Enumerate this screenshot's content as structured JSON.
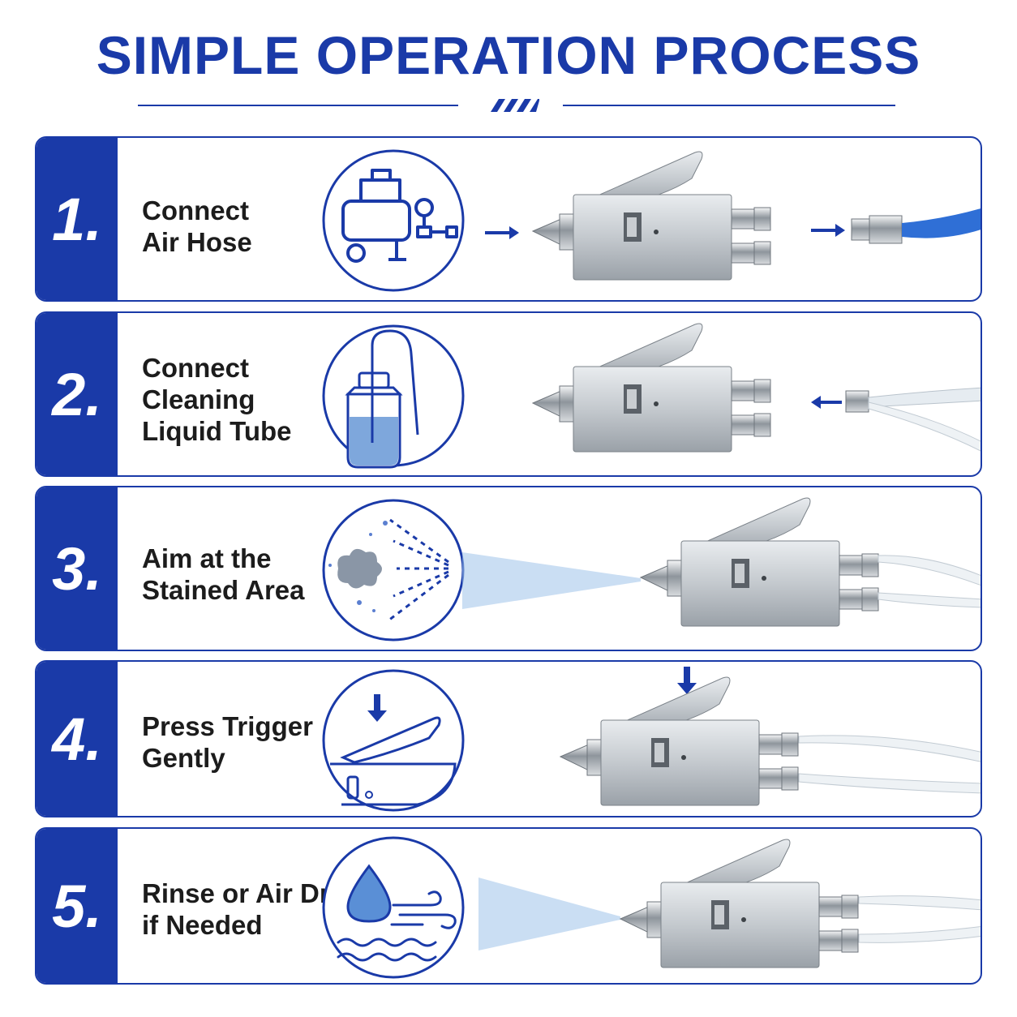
{
  "title": "SIMPLE OPERATION PROCESS",
  "accent_color": "#1a3aa8",
  "steps": [
    {
      "number": "1.",
      "lines": [
        "Connect",
        "Air Hose"
      ],
      "icon": "air-compressor-icon"
    },
    {
      "number": "2.",
      "lines": [
        "Connect",
        "Cleaning",
        "Liquid Tube"
      ],
      "icon": "liquid-bottle-icon"
    },
    {
      "number": "3.",
      "lines": [
        "Aim at the",
        "Stained Area"
      ],
      "icon": "spray-stain-icon"
    },
    {
      "number": "4.",
      "lines": [
        "Press Trigger",
        "Gently"
      ],
      "icon": "press-trigger-icon"
    },
    {
      "number": "5.",
      "lines": [
        "Rinse or Air Dry",
        "if Needed"
      ],
      "icon": "water-air-dry-icon"
    }
  ]
}
